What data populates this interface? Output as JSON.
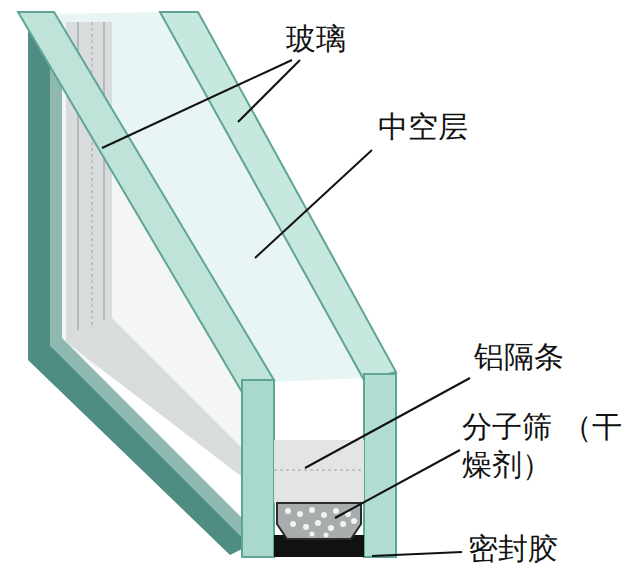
{
  "diagram": {
    "labels": [
      "玻璃",
      "中空层",
      "铝隔条",
      "分子筛 （干燥剂）",
      "密封胶"
    ]
  }
}
